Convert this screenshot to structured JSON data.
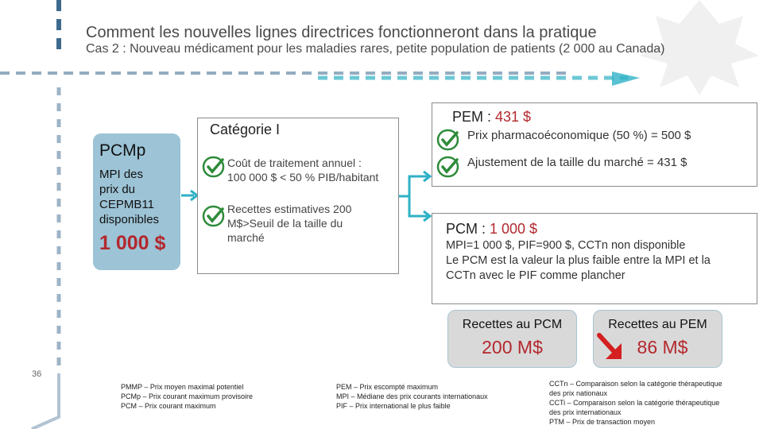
{
  "header": {
    "title": "Comment les nouvelles lignes directrices fonctionneront dans la pratique",
    "subtitle": "Cas 2 : Nouveau médicament pour les maladies rares, petite population de patients (2 000 au Canada)"
  },
  "pcmp": {
    "title": "PCMp",
    "body_lines": [
      "MPI des",
      "prix du",
      "CEPMB11",
      "disponibles"
    ],
    "price": "1 000 $"
  },
  "categorie": {
    "title": "Catégorie I",
    "items": [
      {
        "lines": [
          "Coût de traitement annuel :",
          "100 000 $ < 50 % PIB/habitant"
        ]
      },
      {
        "lines": [
          "Recettes estimatives 200",
          "M$>Seuil de la taille du",
          "marché"
        ]
      }
    ]
  },
  "pem": {
    "label": "PEM : ",
    "value": "431 $",
    "items": [
      "Prix pharmacoéconomique (50 %) = 500 $",
      "Ajustement de la taille du marché = 431 $"
    ]
  },
  "pcm": {
    "label": "PCM : ",
    "value": "1 000 $",
    "lines": [
      "MPI=1 000 $, PIF=900 $, CCTn non disponible",
      "Le PCM est la valeur la plus faible entre la MPI et la",
      "CCTn avec le PIF comme plancher"
    ]
  },
  "recettes": {
    "pcm_label": "Recettes au PCM",
    "pcm_value": "200 M$",
    "pem_label": "Recettes au PEM",
    "pem_value": "86 M$"
  },
  "footnotes": {
    "col1": [
      "PMMP – Prix moyen maximal potentiel",
      "PCMp – Prix courant maximum provisoire",
      "PCM – Prix courant maximum"
    ],
    "col2": [
      "PEM – Prix escompté maximum",
      "MPI – Médiane des prix courants internationaux",
      "PIF – Prix international le plus faible"
    ],
    "col3": [
      "CCTn – Comparaison selon la catégorie thérapeutique",
      "des prix nationaux",
      "CCTi – Comparaison selon la catégorie thérapeutique",
      "des prix internationaux",
      "PTM – Prix de transaction moyen"
    ]
  },
  "page_number": "36",
  "colors": {
    "accent_red": "#b3282d",
    "track_blue": "#3e6a8e",
    "track_teal": "#2fb1c6",
    "check_green": "#2e8b3a",
    "pcmp_blue": "#9cc3d6"
  }
}
